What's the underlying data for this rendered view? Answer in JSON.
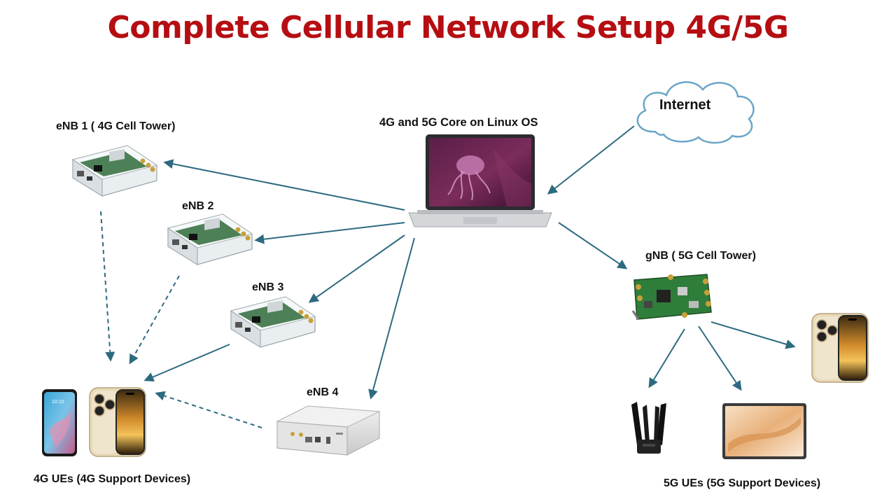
{
  "title": "Complete Cellular Network Setup 4G/5G",
  "colors": {
    "title": "#b50e12",
    "arrow": "#2d6a80",
    "board": "#2f7d3a"
  },
  "nodes": {
    "enb1": {
      "label": "eNB 1 ( 4G Cell Tower)",
      "icon": "sdr-box-icon"
    },
    "enb2": {
      "label": "eNB 2",
      "icon": "sdr-box-icon"
    },
    "enb3": {
      "label": "eNB 3",
      "icon": "sdr-box-icon"
    },
    "enb4": {
      "label": "eNB 4",
      "icon": "sdr-chassis-icon"
    },
    "core": {
      "label": "4G and 5G Core on Linux OS",
      "icon": "laptop-icon"
    },
    "internet": {
      "label": "Internet",
      "icon": "cloud-icon"
    },
    "gnb": {
      "label": "gNB ( 5G Cell Tower)",
      "icon": "sdr-board-icon"
    },
    "ue4g": {
      "label": "4G UEs (4G Support Devices)",
      "icons": [
        "android-phone-icon",
        "iphone-icon"
      ]
    },
    "ue5g": {
      "label": "5G UEs (5G Support Devices)",
      "icons": [
        "antenna-modem-icon",
        "tablet-icon",
        "iphone-icon"
      ]
    }
  }
}
